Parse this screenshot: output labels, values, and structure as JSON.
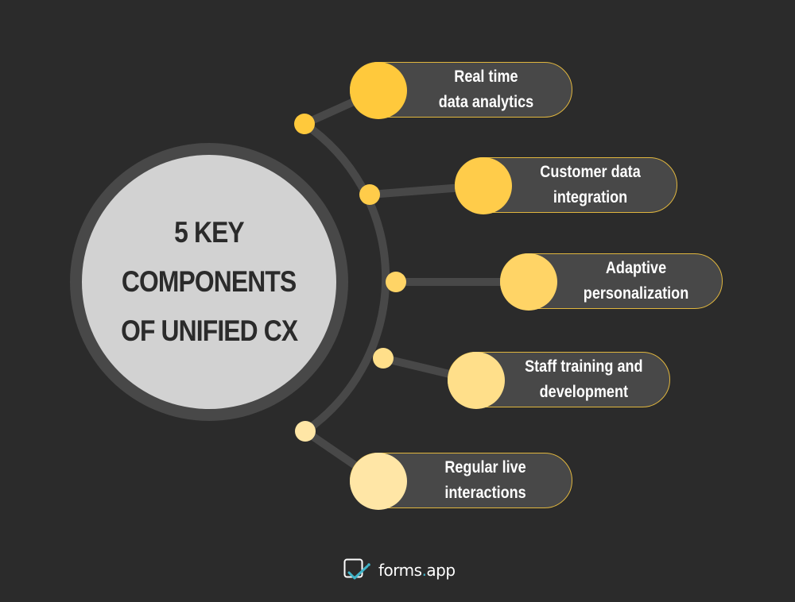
{
  "hub": {
    "title_line1": "5 KEY",
    "title_line2": "COMPONENTS",
    "title_line3": "OF UNIFIED CX"
  },
  "components": [
    {
      "label": "Real time\ndata analytics",
      "color": "#ffc93c"
    },
    {
      "label": "Customer data\nintegration",
      "color": "#ffcc4a"
    },
    {
      "label": "Adaptive\npersonalization",
      "color": "#ffd466"
    },
    {
      "label": "Staff training and\ndevelopment",
      "color": "#ffdf8a"
    },
    {
      "label": "Regular live\ninteractions",
      "color": "#ffe6a6"
    }
  ],
  "colors": {
    "background": "#2b2b2b",
    "hub_ring": "#484848",
    "hub_fill": "#d2d2d2",
    "pill_fill": "#484848",
    "pill_border": "#e0b63e",
    "connector": "#484848",
    "logo_accent": "#3fb4c9"
  },
  "brand": {
    "name_part1": "forms",
    "name_dot": ".",
    "name_part2": "app",
    "icon": "forms-app-checkmark-icon"
  }
}
